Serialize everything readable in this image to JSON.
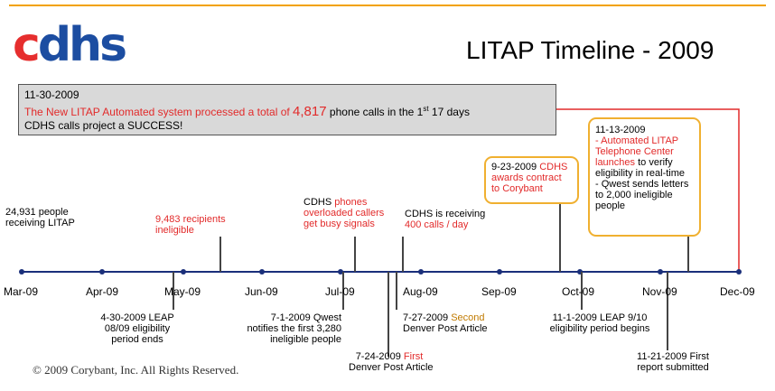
{
  "header": {
    "logo_text_c": "c",
    "logo_text_rest": "dhs",
    "title": "LITAP Timeline - 2009"
  },
  "summary": {
    "date": "11-30-2009",
    "line1_a": "The New LITAP Automated system processed  a total of ",
    "line1_num": "4,817",
    "line1_b": " phone calls in the 1",
    "line1_sup": "st",
    "line1_c": " 17 days",
    "line2": "CDHS  calls project a SUCCESS!"
  },
  "months": [
    "Mar-09",
    "Apr-09",
    "May-09",
    "Jun-09",
    "Jul-09",
    "Aug-09",
    "Sep-09",
    "Oct-09",
    "Nov-09",
    "Dec-09"
  ],
  "events_above": {
    "litap_people_1": "24,931 people",
    "litap_people_2": "receiving LITAP",
    "ineligible_1": "9,483 recipients",
    "ineligible_2": "ineligible",
    "phones_1_a": "CDHS ",
    "phones_1_b": "phones",
    "phones_2": "overloaded callers",
    "phones_3": "get busy signals",
    "receiving_1": "CDHS is receiving",
    "receiving_2": "400 calls / day"
  },
  "callouts": {
    "corybant_1_a": "9-23-2009 ",
    "corybant_1_b": "CDHS",
    "corybant_2": "awards contract",
    "corybant_3": "to Corybant",
    "launch_date": "11-13-2009",
    "launch_1": "- Automated LITAP",
    "launch_2": "Telephone Center",
    "launch_3_a": "launches",
    "launch_3_b": " to verify",
    "launch_4": "eligibility in real-time",
    "launch_5": "- Qwest sends letters",
    "launch_6": "to 2,000 ineligible",
    "launch_7": "people"
  },
  "events_below": {
    "leap_1": "4-30-2009 LEAP",
    "leap_2": "08/09 eligibility",
    "leap_3": "period ends",
    "qwest_1": "7-1-2009 Qwest",
    "qwest_2": "notifies the first  3,280",
    "qwest_3": "ineligible people",
    "first_1_a": "7-24-2009 ",
    "first_1_b": "First",
    "first_2": "Denver Post Article",
    "second_1_a": "7-27-2009 ",
    "second_1_b": "Second",
    "second_2": "Denver Post Article",
    "leap910_1": "11-1-2009 LEAP 9/10",
    "leap910_2": "eligibility period begins",
    "report_1": "11-21-2009 First",
    "report_2": "report submitted"
  },
  "footer": {
    "copyright": "© 2009 Corybant, Inc.  All Rights Reserved."
  },
  "colors": {
    "accent_red": "#e22a2a",
    "axis_blue": "#1a2f7a",
    "callout_border": "#f0b030",
    "top_rule": "#f2a200"
  }
}
